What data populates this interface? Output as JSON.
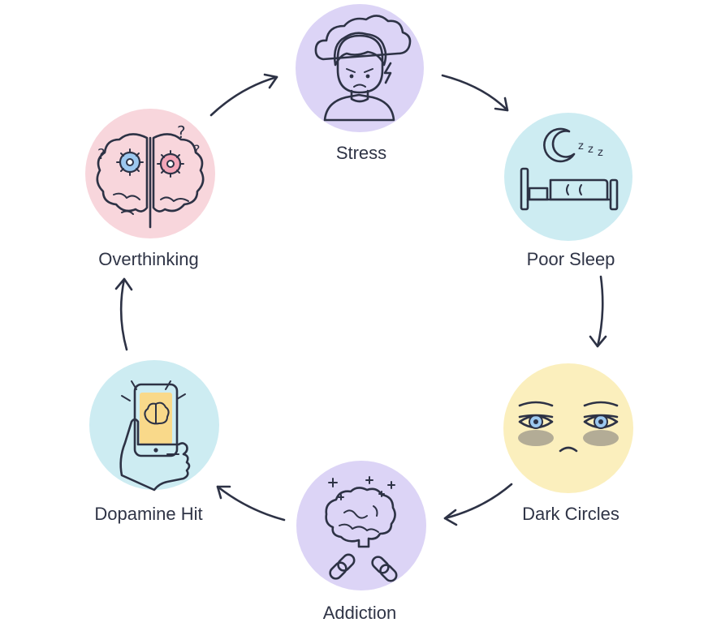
{
  "steps": [
    {
      "label": "Stress",
      "color": "#dcd4f6",
      "icon": "stressed-person-icon"
    },
    {
      "label": "Poor Sleep",
      "color": "#cdecf2",
      "icon": "bed-moon-icon"
    },
    {
      "label": "Dark Circles",
      "color": "#fbefbd",
      "icon": "tired-eyes-icon"
    },
    {
      "label": "Addiction",
      "color": "#dcd4f6",
      "icon": "brain-chain-icon"
    },
    {
      "label": "Dopamine Hit",
      "color": "#cdecf2",
      "icon": "phone-in-hand-icon"
    },
    {
      "label": "Overthinking",
      "color": "#f8d6dc",
      "icon": "brain-gears-icon"
    }
  ],
  "colors": {
    "ink": "#2d3245",
    "pink": "#f3a6b8",
    "blue": "#9cc8ef",
    "yellow": "#f9d98a",
    "violet": "#c7b8ef"
  }
}
